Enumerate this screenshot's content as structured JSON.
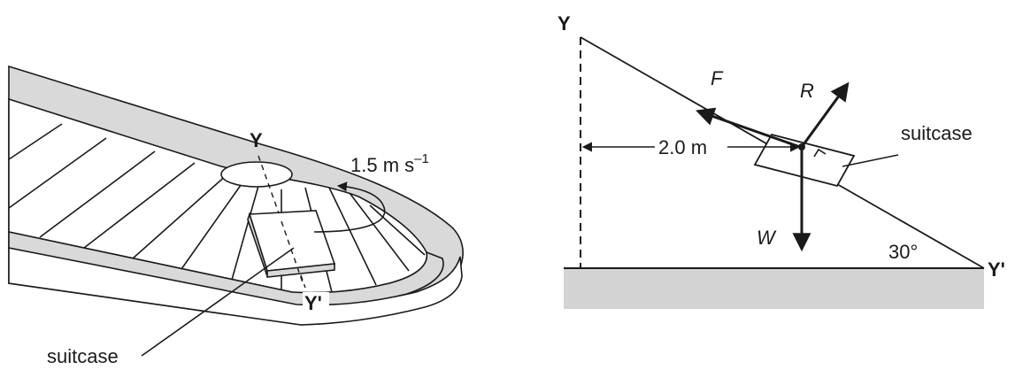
{
  "left_figure": {
    "label_y": "Y",
    "label_y_prime": "Y'",
    "speed_value": "1.5 m s",
    "speed_exponent": "–1",
    "object_label": "suitcase"
  },
  "right_figure": {
    "label_y": "Y",
    "label_y_prime": "Y'",
    "force_f": "F",
    "force_r": "R",
    "force_w": "W",
    "distance": "2.0 m",
    "angle": "30°",
    "object_label": "suitcase"
  },
  "colors": {
    "ink": "#1a1a1a",
    "carousel_grey": "#d9d9d9",
    "ground_grey": "#d3d3d3",
    "face_white": "#ffffff"
  }
}
